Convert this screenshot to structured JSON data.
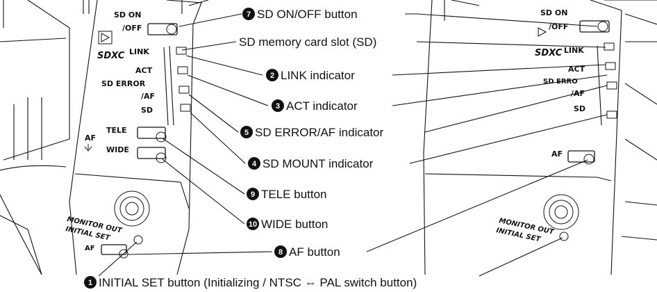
{
  "callouts": {
    "sd_onoff": {
      "num": "7",
      "text": "SD ON/OFF button"
    },
    "sd_slot": {
      "text": "SD memory card slot (SD)"
    },
    "link": {
      "num": "2",
      "text": "LINK indicator"
    },
    "act": {
      "num": "3",
      "text": "ACT indicator"
    },
    "sd_error": {
      "num": "5",
      "text": "SD ERROR/AF indicator"
    },
    "sd_mount": {
      "num": "4",
      "text": "SD MOUNT indicator"
    },
    "tele": {
      "num": "9",
      "text": "TELE button"
    },
    "wide": {
      "num": "10",
      "text": "WIDE button"
    },
    "af": {
      "num": "8",
      "text": "AF button"
    },
    "initial_set": {
      "num": "1",
      "text": "INITIAL SET button (Initializing / NTSC ⇔ PAL switch button)"
    }
  },
  "left_panel": {
    "sd_on": "SD ON",
    "off": "/OFF",
    "link": "LINK",
    "act": "ACT",
    "sd_error": "SD ERROR",
    "af_slash": "/AF",
    "sd": "SD",
    "tele": "TELE",
    "af": "AF",
    "wide": "WIDE",
    "monitor_out": "MONITOR OUT",
    "initial_set": "INITIAL SET",
    "af_bottom": "AF",
    "sdxc_logo": "SDXC"
  },
  "right_panel": {
    "sd_on": "SD ON",
    "off": "/OFF",
    "link": "LINK",
    "act": "ACT",
    "sd_erro": "SD ERRO",
    "af_slash": "/AF",
    "sd": "SD",
    "af": "AF",
    "monitor_out": "MONITOR OUT",
    "initial_set": "INITIAL SET",
    "sdxc_logo": "SDXC"
  }
}
